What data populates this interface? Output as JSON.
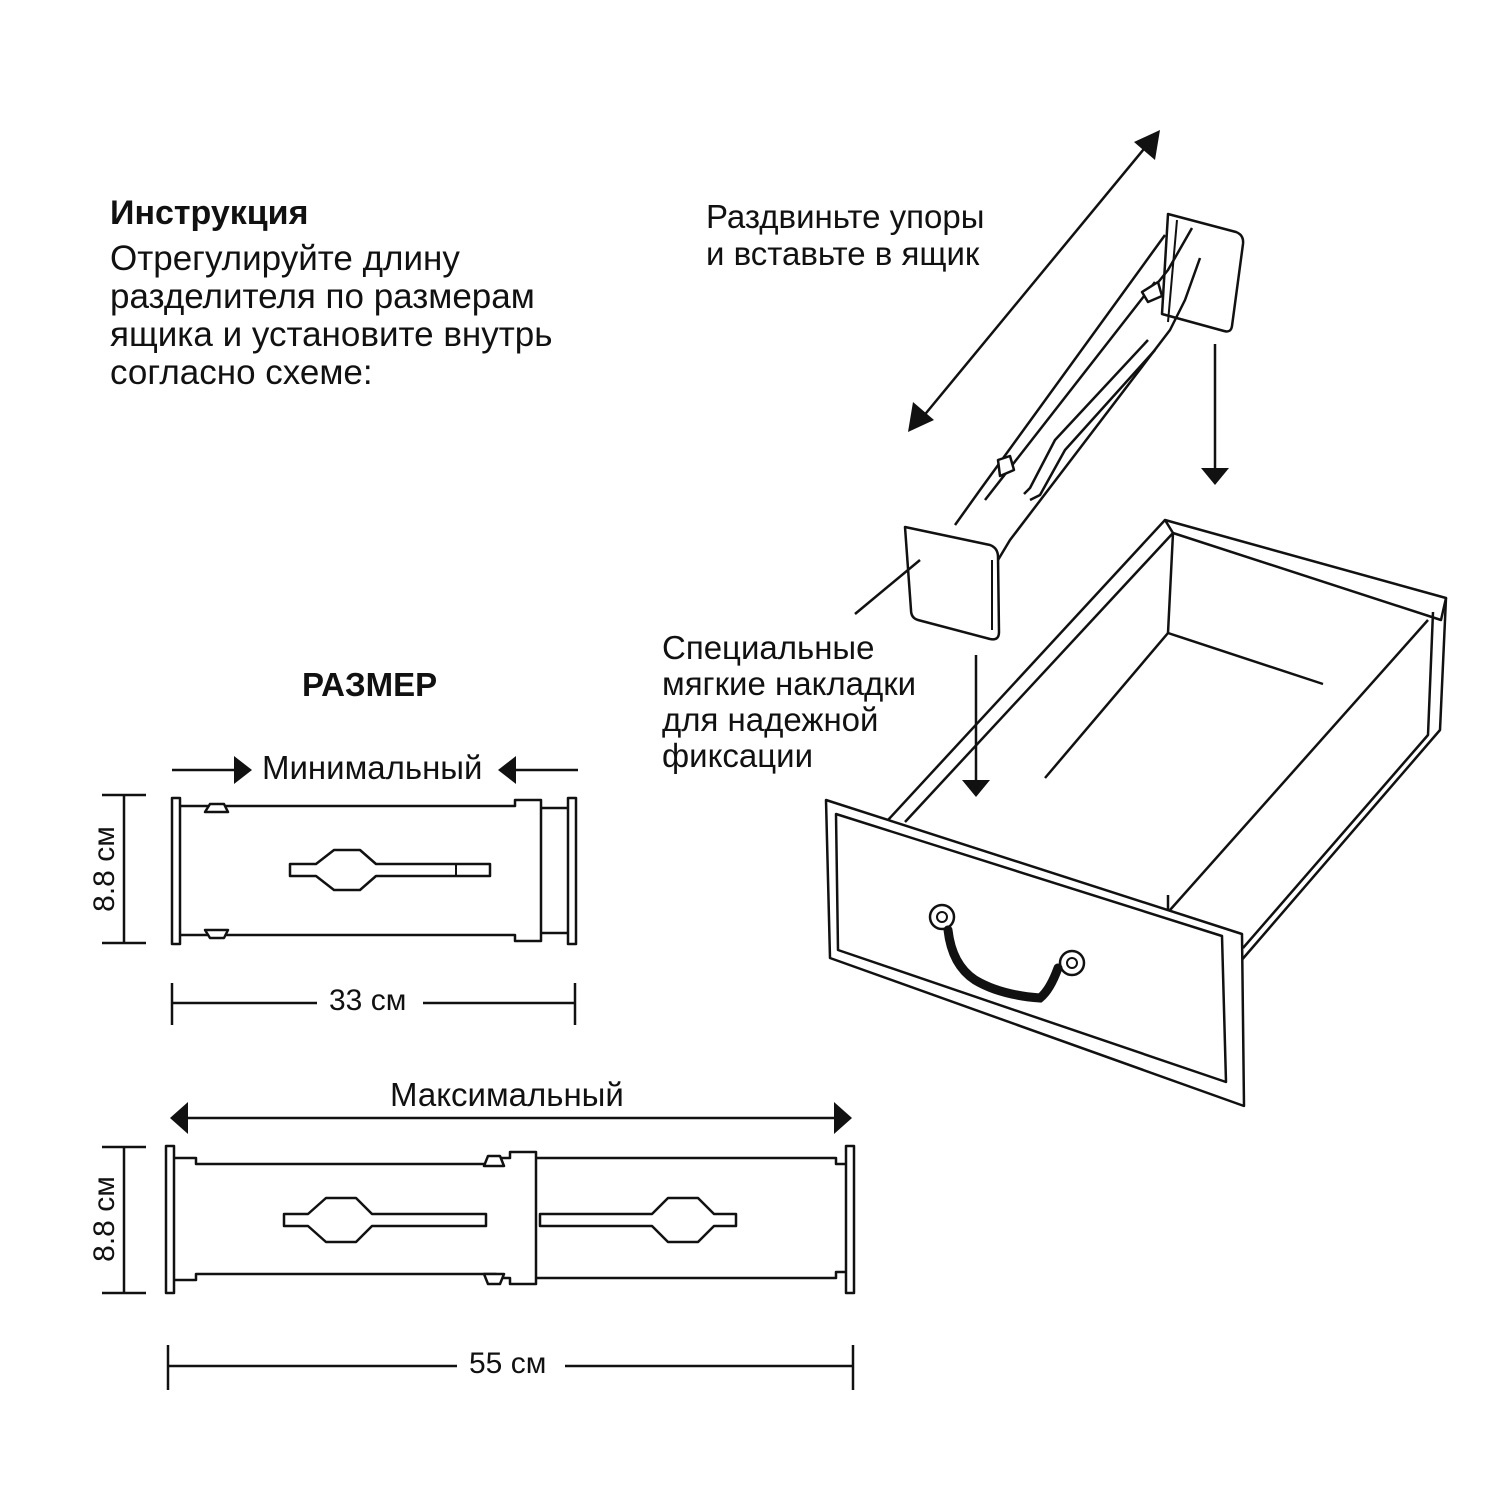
{
  "instruction": {
    "title": "Инструкция",
    "body": "Отрегулируйте длину\nразделителя по размерам\nящика и установите внутрь\nсогласно схеме:"
  },
  "callouts": {
    "extend": "Раздвиньте упоры\nи вставьте в ящик",
    "pads": "Специальные\nмягкие накладки\nдля надежной\nфиксации"
  },
  "size": {
    "title": "РАЗМЕР",
    "minimum": {
      "label": "Минимальный",
      "length": "33 см",
      "height": "8.8 см"
    },
    "maximum": {
      "label": "Максимальный",
      "length": "55 см",
      "height": "8.8 см"
    }
  }
}
